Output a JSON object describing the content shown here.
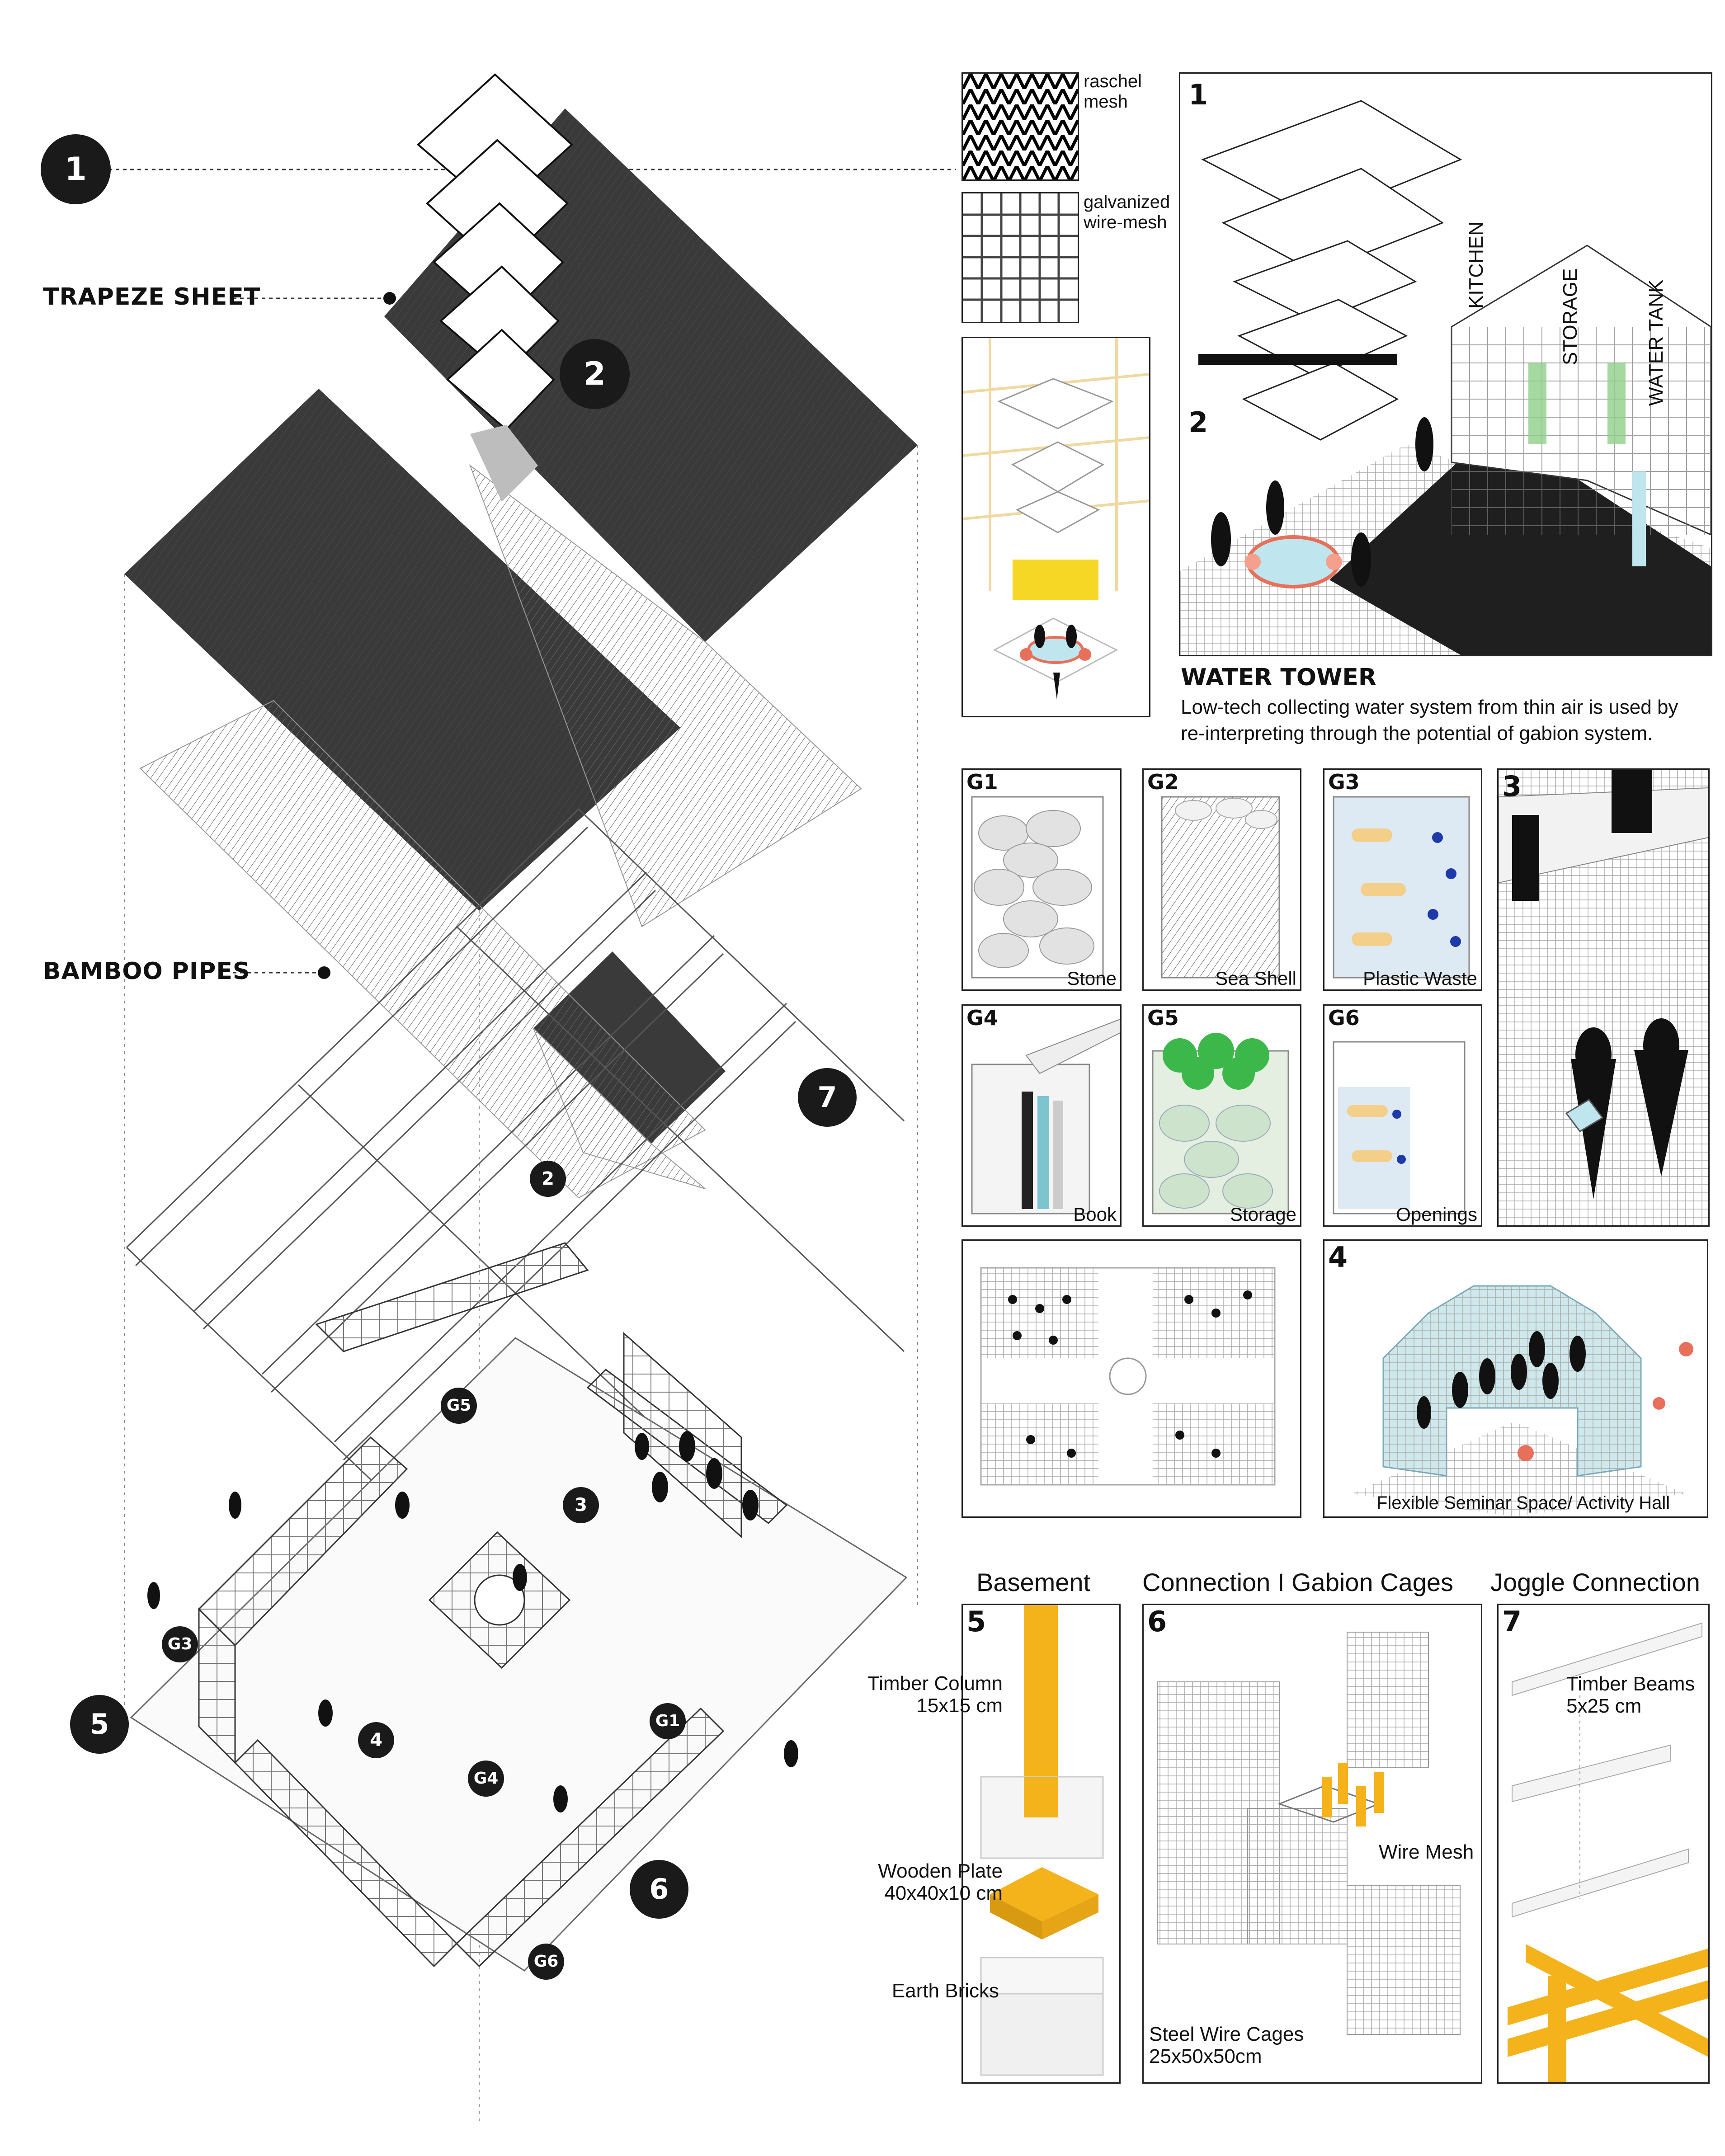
{
  "axon": {
    "label_trapeze": "TRAPEZE SHEET",
    "label_bamboo": "BAMBOO PIPES",
    "markers": {
      "m1": "1",
      "m2": "2",
      "m2b": "2",
      "m3": "3",
      "m4": "4",
      "m5": "5",
      "m6": "6",
      "m7": "7",
      "g1": "G1",
      "g3": "G3",
      "g4": "G4",
      "g5": "G5",
      "g6": "G6"
    }
  },
  "materials": {
    "raschel": "raschel\nmesh",
    "galvanized": "galvanized\nwire-mesh"
  },
  "water_tower": {
    "num1": "1",
    "num2": "2",
    "rooms": [
      "KITCHEN",
      "STORAGE",
      "WATER TANK"
    ],
    "title": "WATER TOWER",
    "desc_line1": "Low-tech collecting water system from thin air is used by",
    "desc_line2": "re-interpreting through the potential of gabion system."
  },
  "gabions": [
    {
      "tag": "G1",
      "caption": "Stone"
    },
    {
      "tag": "G2",
      "caption": "Sea Shell"
    },
    {
      "tag": "G3",
      "caption": "Plastic Waste"
    },
    {
      "tag": "G4",
      "caption": "Book"
    },
    {
      "tag": "G5",
      "caption": "Storage"
    },
    {
      "tag": "G6",
      "caption": "Openings"
    }
  ],
  "detail3": {
    "num": "3"
  },
  "seminar": {
    "num": "4",
    "caption": "Flexible Seminar Space/ Activity Hall"
  },
  "basement": {
    "heading": "Basement",
    "num": "5",
    "column": "Timber Column\n15x15 cm",
    "plate": "Wooden Plate\n40x40x10 cm",
    "bricks": "Earth Bricks"
  },
  "connection": {
    "heading": "Connection I Gabion Cages",
    "num": "6",
    "mesh": "Wire Mesh",
    "cages": "Steel Wire Cages\n25x50x50cm"
  },
  "joggle": {
    "heading": "Joggle Connection",
    "num": "7",
    "beams": "Timber Beams\n5x25 cm"
  },
  "colors": {
    "roof": "#3a3a3a",
    "accent_yellow": "#f5b31b",
    "ink": "#111111",
    "water": "#bfe6ef",
    "pink": "#f4a08c",
    "green": "#3cb84b"
  }
}
